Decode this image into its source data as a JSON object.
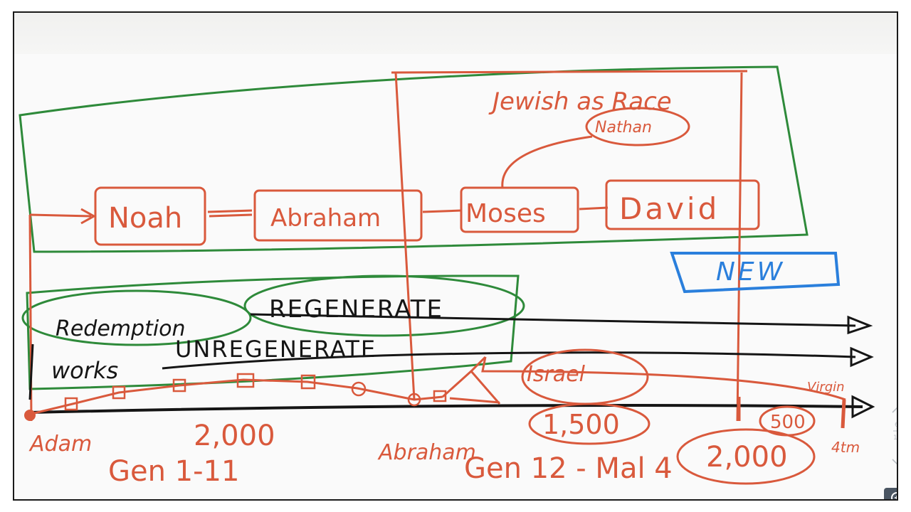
{
  "colors": {
    "red": "#d9593c",
    "green": "#2e8a3a",
    "blue": "#2a7fdc",
    "black": "#151515",
    "toolbar": "#4a5562"
  },
  "boxes": {
    "noah": "Noah",
    "abraham": "Abraham",
    "moses": "Moses",
    "david": "David",
    "nathan": "Nathan"
  },
  "labels": {
    "jewish": "Jewish as Race",
    "new": "NEW",
    "regenerate": "REGENERATE",
    "unregenerate": "UNREGENERATE",
    "redemption": "Redemption",
    "works": "works",
    "israel": "Israel",
    "virgin": "Virgin",
    "adam": "Adam",
    "abraham_bottom": "Abraham",
    "gen1": "Gen 1-11",
    "gen2": "Gen 12 - Mal 4",
    "years2000a": "2,000",
    "years1500": "1,500",
    "years500": "500",
    "years2000b": "2,000",
    "xtn": "4tm"
  },
  "scroll": {
    "a": "6",
    "b": "18"
  },
  "icons": {
    "zoom": "zoom-in-icon",
    "arrow": "arrow-head-icon"
  }
}
